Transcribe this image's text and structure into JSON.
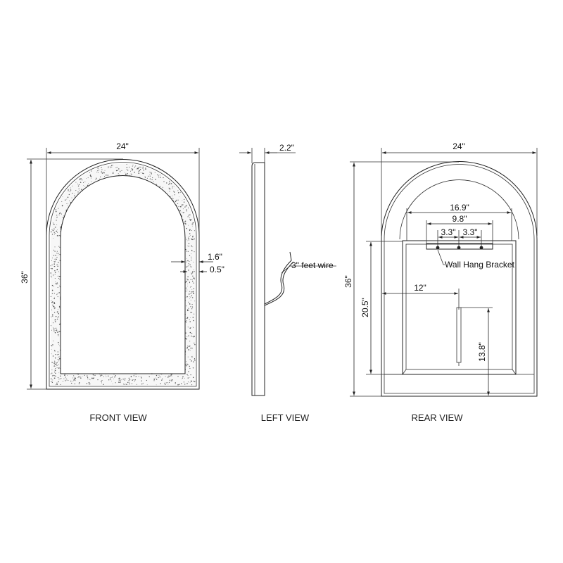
{
  "front_view": {
    "caption": "FRONT VIEW",
    "width_label": "24\"",
    "height_label": "36\"",
    "frame_label": "1.6\"",
    "edge_label": "0.5\""
  },
  "left_view": {
    "caption": "LEFT VIEW",
    "depth_label": "2.2\"",
    "wire_label": "3\" feet wire"
  },
  "rear_view": {
    "caption": "REAR VIEW",
    "width_label": "24\"",
    "height_label": "36\"",
    "bracket_span_label": "16.9\"",
    "bracket_width_label": "9.8\"",
    "hole_spacing_left_label": "3.3\"",
    "hole_spacing_right_label": "3.3\"",
    "bracket_label": "Wall Hang Bracket",
    "panel_height_label": "20.5\"",
    "switch_offset_label": "12\"",
    "switch_height_label": "13.8\""
  },
  "colors": {
    "line": "#222222",
    "background": "#ffffff"
  }
}
